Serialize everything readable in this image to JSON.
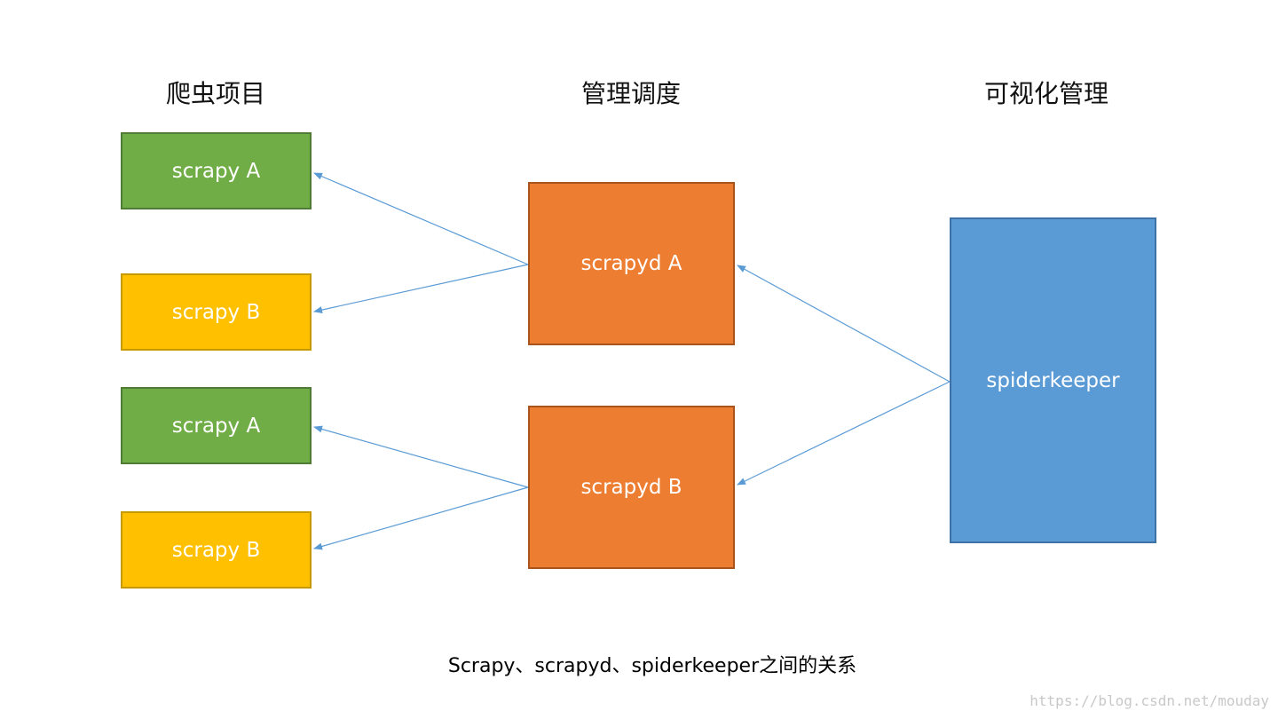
{
  "headers": {
    "crawler_projects": "爬虫项目",
    "scheduling": "管理调度",
    "visual_management": "可视化管理"
  },
  "nodes": {
    "scrapy_a_1": {
      "label": "scrapy A",
      "color": "#70ad47"
    },
    "scrapy_b_1": {
      "label": "scrapy B",
      "color": "#ffc000"
    },
    "scrapy_a_2": {
      "label": "scrapy A",
      "color": "#70ad47"
    },
    "scrapy_b_2": {
      "label": "scrapy B",
      "color": "#ffc000"
    },
    "scrapyd_a": {
      "label": "scrapyd A",
      "color": "#ed7d31"
    },
    "scrapyd_b": {
      "label": "scrapyd B",
      "color": "#ed7d31"
    },
    "spiderkeeper": {
      "label": "spiderkeeper",
      "color": "#5b9bd5"
    }
  },
  "edges": [
    {
      "from": "spiderkeeper",
      "to": "scrapyd_a"
    },
    {
      "from": "spiderkeeper",
      "to": "scrapyd_b"
    },
    {
      "from": "scrapyd_a",
      "to": "scrapy_a_1"
    },
    {
      "from": "scrapyd_a",
      "to": "scrapy_b_1"
    },
    {
      "from": "scrapyd_b",
      "to": "scrapy_a_2"
    },
    {
      "from": "scrapyd_b",
      "to": "scrapy_b_2"
    }
  ],
  "edge_color": "#5b9bd5",
  "caption": "Scrapy、scrapyd、spiderkeeper之间的关系",
  "watermark": "https://blog.csdn.net/mouday"
}
